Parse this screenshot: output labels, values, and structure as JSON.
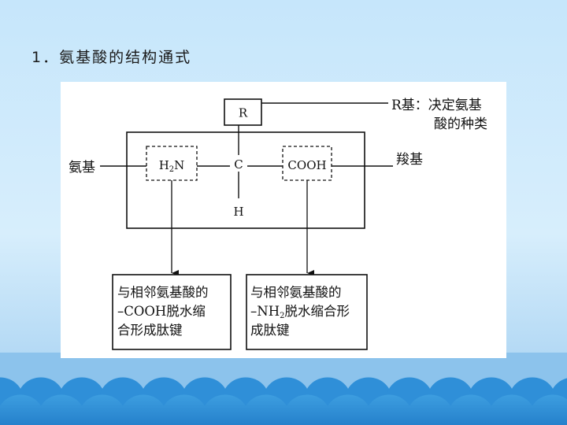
{
  "slide": {
    "heading": "1．氨基酸的结构通式"
  },
  "diagram": {
    "r_group": "R",
    "central_carbon": "C",
    "hydrogen": "H",
    "amino_formula_main": "H",
    "amino_formula_sub": "2",
    "amino_formula_tail": "N",
    "carboxyl_formula": "COOH",
    "label_r_line1": "R基：决定氨基",
    "label_r_line2": "酸的种类",
    "label_amino": "氨基",
    "label_carboxyl": "羧基",
    "note_left": [
      "与相邻氨基酸的",
      "–COOH脱水缩",
      "合形成肽键"
    ],
    "note_right_line1": "与相邻氨基酸的",
    "note_right_line2_prefix": "–NH",
    "note_right_line2_sub": "2",
    "note_right_line2_suffix": "脱水缩合形",
    "note_right_line3": "成肽键"
  }
}
